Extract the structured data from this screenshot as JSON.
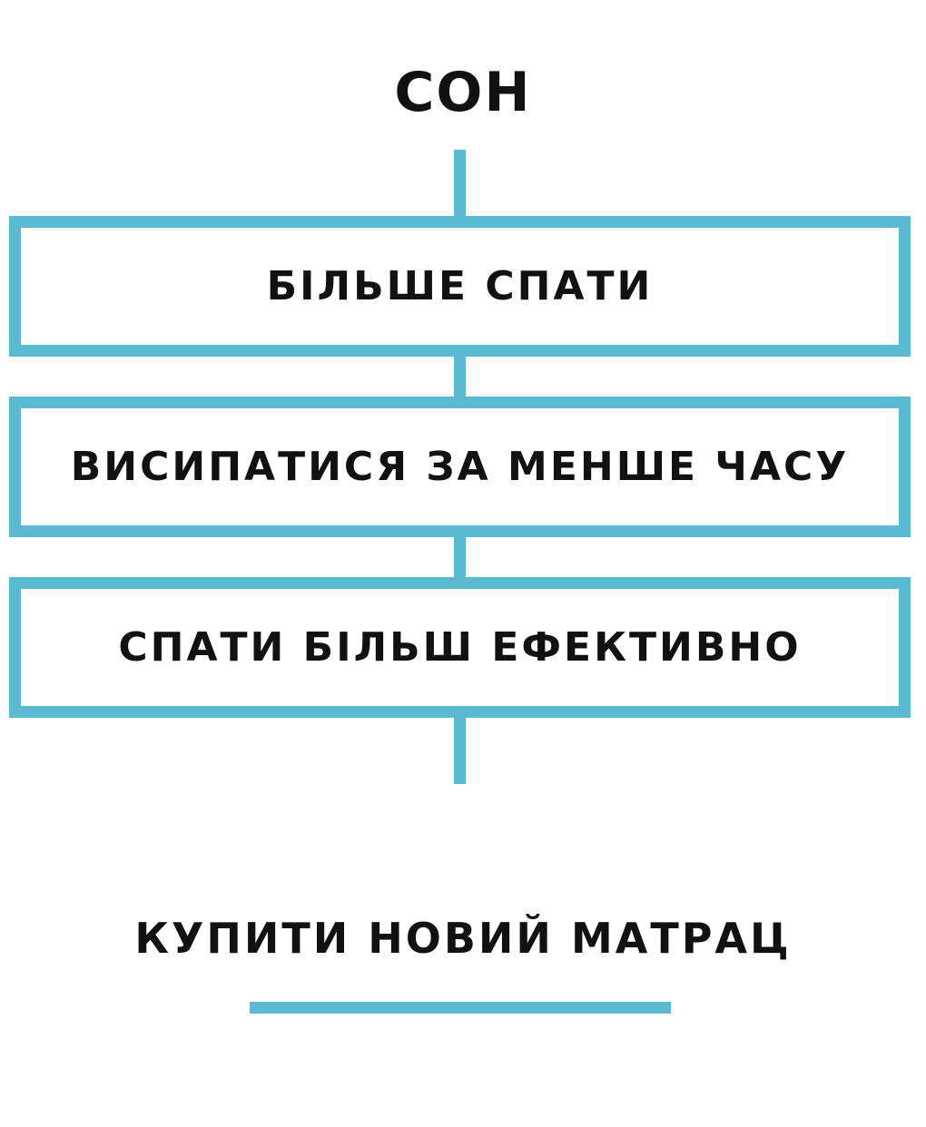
{
  "diagram": {
    "title": "СОН",
    "steps": [
      {
        "label": "БІЛЬШЕ СПАТИ"
      },
      {
        "label": "ВИСИПАТИСЯ ЗА МЕНШЕ ЧАСУ"
      },
      {
        "label": "СПАТИ БІЛЬШ ЕФЕКТИВНО"
      }
    ],
    "bottom_label": "КУПИТИ НОВИЙ МАТРАЦ",
    "colors": {
      "accent": "#5bbad2",
      "text": "#111111",
      "background": "#ffffff"
    }
  }
}
